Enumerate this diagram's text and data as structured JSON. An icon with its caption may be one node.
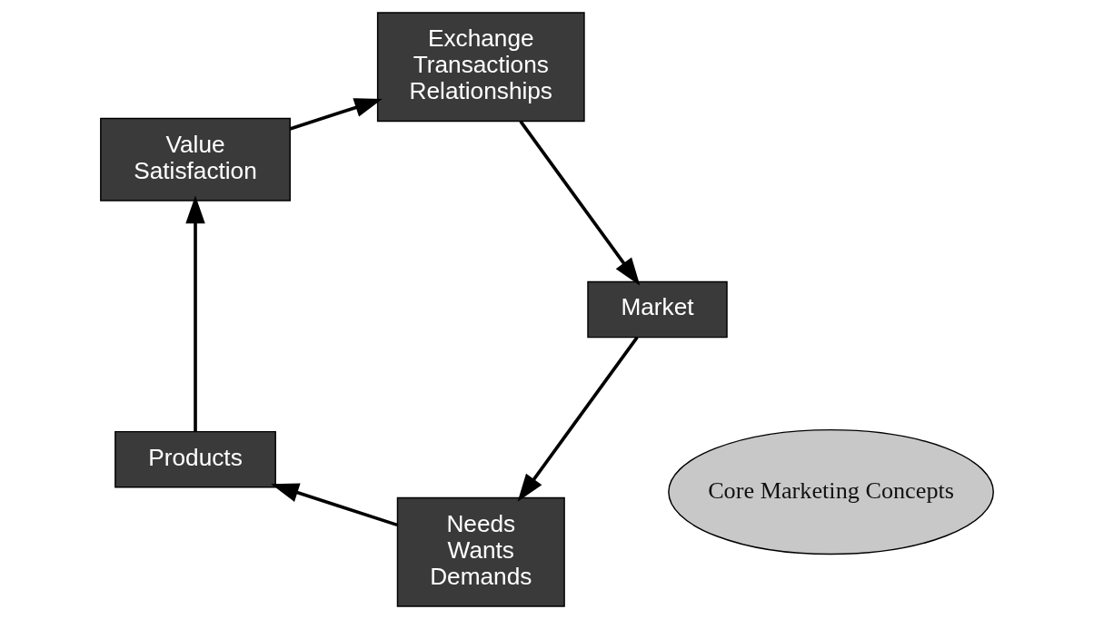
{
  "diagram": {
    "nodes": [
      {
        "text": [
          "Needs",
          "Wants",
          "Demands"
        ]
      },
      {
        "text": [
          "Market"
        ]
      },
      {
        "text": [
          "Core Marketing Concepts"
        ]
      },
      {
        "text": [
          "Products"
        ]
      },
      {
        "text": [
          "Exchange",
          "Transactions",
          "Relationships"
        ]
      },
      {
        "text": [
          "Value",
          "Satisfaction"
        ]
      }
    ],
    "edges": [
      {
        "from": 1,
        "to": 0,
        "arrow": "to"
      },
      {
        "from": 0,
        "to": 3,
        "arrow": "to"
      },
      {
        "from": 3,
        "to": 5,
        "arrow": "to"
      },
      {
        "from": 5,
        "to": 4,
        "arrow": "to"
      },
      {
        "from": 4,
        "to": 1,
        "arrow": "to"
      }
    ]
  }
}
